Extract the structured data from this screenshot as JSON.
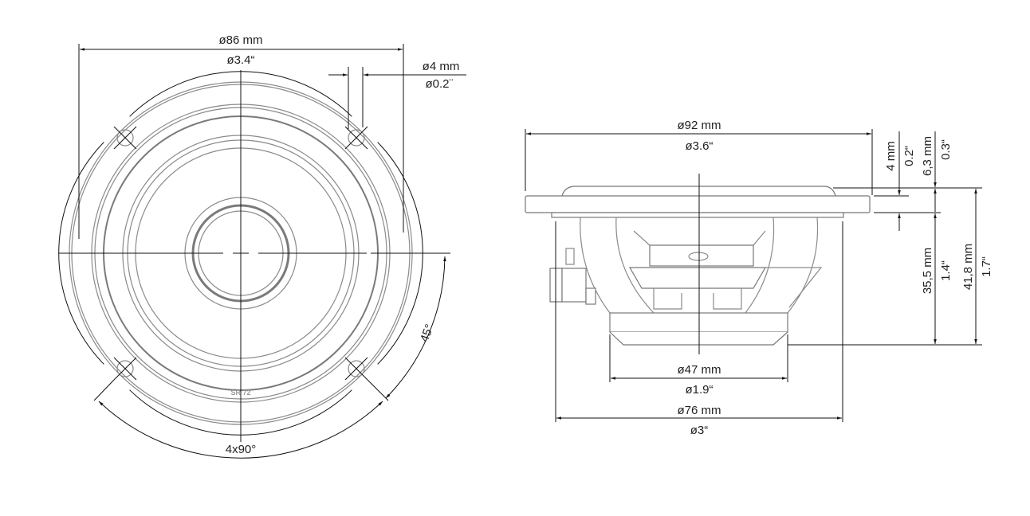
{
  "front_view": {
    "outer_diameter_mm": "ø86 mm",
    "outer_diameter_in": "ø3.4“",
    "hole_diameter_mm": "ø4 mm",
    "hole_diameter_in": "ø0.2¨",
    "hole_offset_angle": "45°",
    "hole_pattern": "4x90°",
    "model_marking": "SR 72"
  },
  "side_view": {
    "flange_diameter_mm": "ø92 mm",
    "flange_diameter_in": "ø3.6“",
    "magnet_diameter_mm": "ø47 mm",
    "magnet_diameter_in": "ø1.9“",
    "cutout_diameter_mm": "ø76 mm",
    "cutout_diameter_in": "ø3“",
    "flange_thickness_mm": "4 mm",
    "flange_thickness_in": "0.2“",
    "dome_height_mm": "6,3 mm",
    "dome_height_in": "0.3“",
    "mount_depth_mm": "35,5 mm",
    "mount_depth_in": "1.4“",
    "total_depth_mm": "41,8 mm",
    "total_depth_in": "1.7“"
  }
}
